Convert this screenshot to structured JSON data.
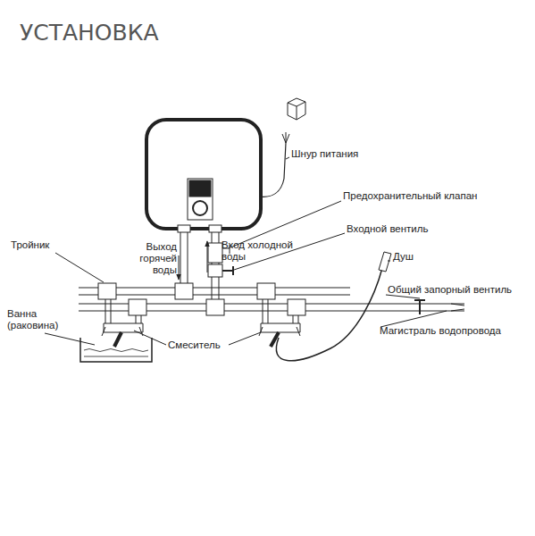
{
  "diagram": {
    "title": "УСТАНОВКА",
    "labels": [
      "Шнур питания",
      "Предохранительный клапан",
      "Входной вентиль",
      "Тройник",
      "Выход горячей воды",
      "Вход холодной воды",
      "Душ",
      "Общий запорный вентиль",
      "Ванна (раковина)",
      "Смеситель",
      "Магистраль водопровода"
    ]
  }
}
